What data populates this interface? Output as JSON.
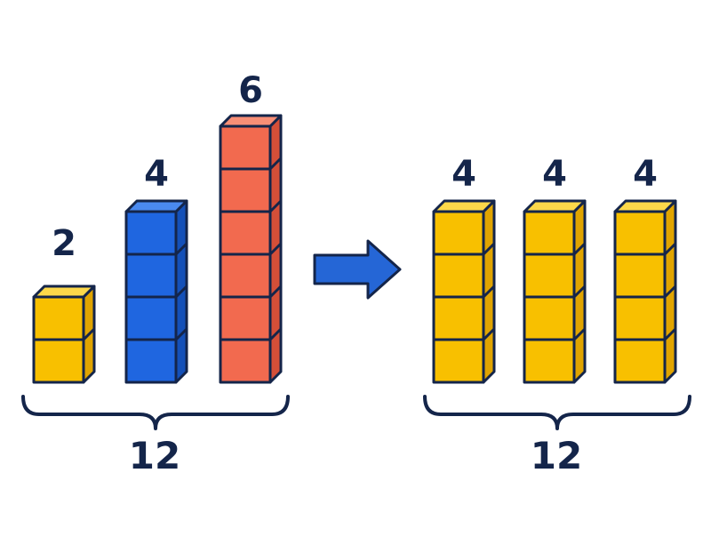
{
  "colors": {
    "ink": "#14254a",
    "yellow_front": "#f8c000",
    "yellow_top": "#fcd84a",
    "yellow_side": "#e0a400",
    "blue_front": "#1f66e0",
    "blue_top": "#4a8af0",
    "blue_side": "#1450b8",
    "red_front": "#f26a4f",
    "red_top": "#f88f76",
    "red_side": "#d44f38",
    "arrow": "#2566d6"
  },
  "before": {
    "stacks": [
      {
        "label": "2",
        "count": 2,
        "color": "yellow"
      },
      {
        "label": "4",
        "count": 4,
        "color": "blue"
      },
      {
        "label": "6",
        "count": 6,
        "color": "red"
      }
    ],
    "total": "12"
  },
  "after": {
    "stacks": [
      {
        "label": "4",
        "count": 4,
        "color": "yellow"
      },
      {
        "label": "4",
        "count": 4,
        "color": "yellow"
      },
      {
        "label": "4",
        "count": 4,
        "color": "yellow"
      }
    ],
    "total": "12"
  },
  "arrow_icon": "right-arrow-icon"
}
